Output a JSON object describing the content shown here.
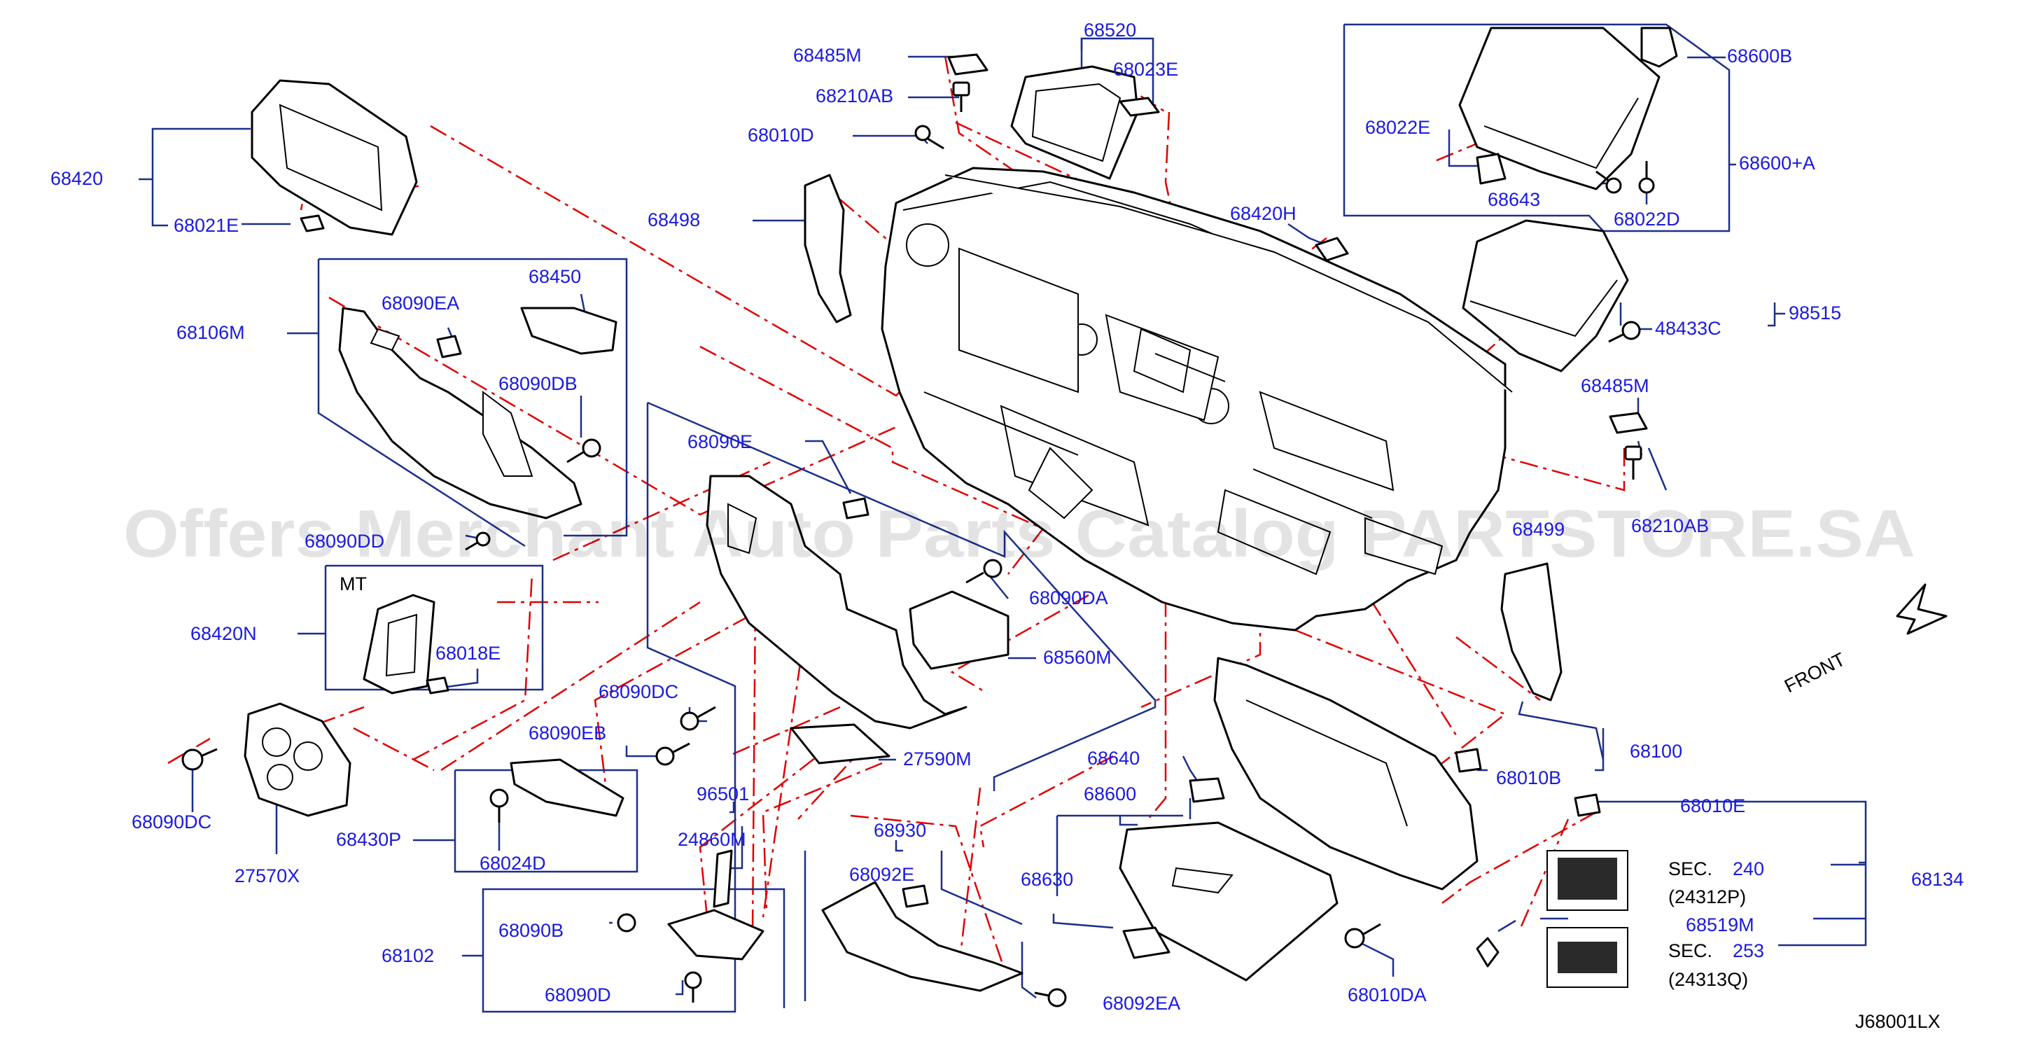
{
  "diagram_code": "J68001LX",
  "watermark": "Offers Merchant Auto Parts Catalog PARTSTORE.SA",
  "front_label": "FRONT",
  "mt_label": "MT",
  "colors": {
    "part_label": "#1a1ae0",
    "leader_line": "#1c2f8c",
    "dash_line": "#e00000",
    "line_art": "#000000"
  },
  "labels": {
    "p68520": "68520",
    "p68485M_a": "68485M",
    "p68023E": "68023E",
    "p68210AB_a": "68210AB",
    "p68010D": "68010D",
    "p68600B": "68600B",
    "p68022E": "68022E",
    "p68600A": "68600+A",
    "p68643": "68643",
    "p68022D": "68022D",
    "p68420": "68420",
    "p68021E": "68021E",
    "p68498": "68498",
    "p68420H": "68420H",
    "p98515": "98515",
    "p48433C": "48433C",
    "p68485M_b": "68485M",
    "p68450": "68450",
    "p68090EA": "68090EA",
    "p68106M": "68106M",
    "p68090DB": "68090DB",
    "p68090E": "68090E",
    "p68499": "68499",
    "p68210AB_b": "68210AB",
    "p68090DD": "68090DD",
    "p68090DA_a": "68090DA",
    "p68420N": "68420N",
    "p68018E": "68018E",
    "p68560M": "68560M",
    "p68090DC_a": "68090DC",
    "p68090EB": "68090EB",
    "p27590M": "27590M",
    "p68640": "68640",
    "p68100": "68100",
    "p68010B": "68010B",
    "p68090DC_b": "68090DC",
    "p96501": "96501",
    "p68600": "68600",
    "p68010E": "68010E",
    "p68430P": "68430P",
    "p24860M": "24860M",
    "p68930": "68930",
    "p27570X": "27570X",
    "p68024D": "68024D",
    "p68092E": "68092E",
    "p68630": "68630",
    "p68134": "68134",
    "sec_label": "SEC.",
    "sec240_num": "240",
    "sec240_ref": "(24312P)",
    "p68519M": "68519M",
    "sec253_num": "253",
    "sec253_ref": "(24313Q)",
    "p68090B": "68090B",
    "p68102": "68102",
    "p68090D": "68090D",
    "p68092EA": "68092EA",
    "p68010DA": "68010DA"
  }
}
